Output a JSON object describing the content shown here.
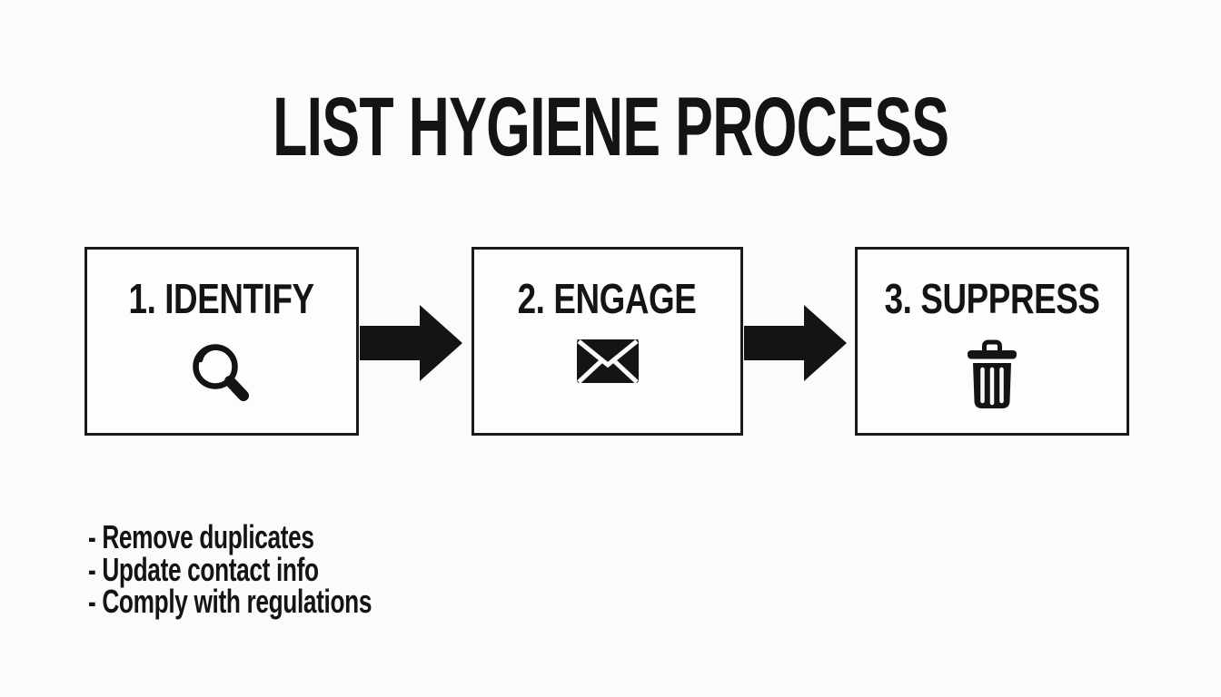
{
  "title": "LIST HYGIENE PROCESS",
  "steps": [
    {
      "label": "1. IDENTIFY",
      "icon": "magnifier-icon"
    },
    {
      "label": "2. ENGAGE",
      "icon": "envelope-icon"
    },
    {
      "label": "3. SUPPRESS",
      "icon": "trash-icon"
    }
  ],
  "connectors": [
    {
      "icon": "arrow-right-icon"
    },
    {
      "icon": "arrow-right-icon"
    }
  ],
  "notes": {
    "items": [
      "- Remove duplicates",
      "- Update contact info",
      "- Comply with regulations"
    ]
  },
  "colors": {
    "background": "#fbfbfb",
    "ink": "#141414",
    "box_border": "#1a1a1a",
    "box_background": "#fdfdfd"
  }
}
